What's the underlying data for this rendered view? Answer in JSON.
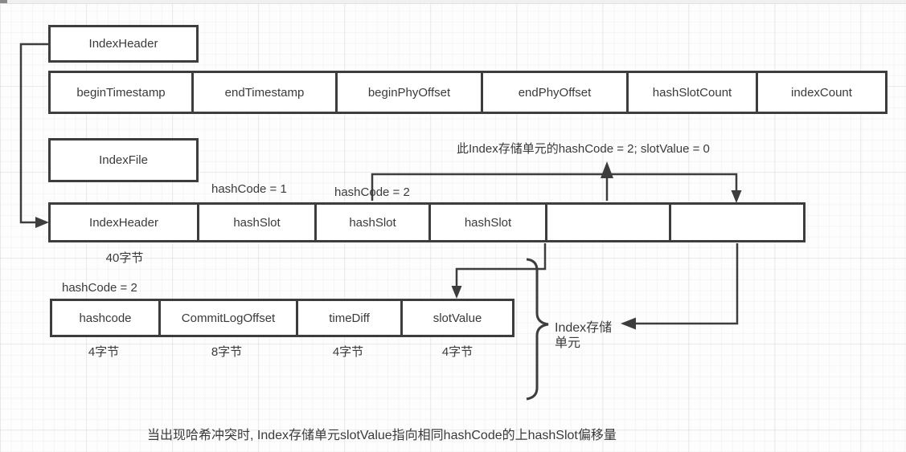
{
  "diagram": {
    "title_boxes": {
      "index_header": "IndexHeader",
      "index_file": "IndexFile"
    },
    "header_fields": [
      "beginTimestamp",
      "endTimestamp",
      "beginPhyOffset",
      "endPhyOffset",
      "hashSlotCount",
      "indexCount"
    ],
    "file_layout_cells": [
      "IndexHeader",
      "hashSlot",
      "hashSlot",
      "hashSlot",
      "",
      ""
    ],
    "index_unit_fields": [
      "hashcode",
      "CommitLogOffset",
      "timeDiff",
      "slotValue"
    ],
    "annotations": {
      "slot1_hashcode": "hashCode = 1",
      "slot2_hashcode": "hashCode = 2",
      "stored_unit_note": "此Index存储单元的hashCode = 2; slotValue = 0",
      "header_size": "40字节",
      "unit_hashcode": "hashCode = 2",
      "unit_field_sizes": [
        "4字节",
        "8字节",
        "4字节",
        "4字节"
      ],
      "brace_label_line1": "Index存储",
      "brace_label_line2": "单元",
      "footer_note": "当出现哈希冲突时, Index存储单元slotValue指向相同hashCode的上hashSlot偏移量"
    },
    "colors": {
      "stroke": "#3d3d3d",
      "text": "#3a3a3a",
      "box_fill": "#ffffff",
      "background": "#fdfdfd",
      "grid_line": "#ececec"
    }
  }
}
